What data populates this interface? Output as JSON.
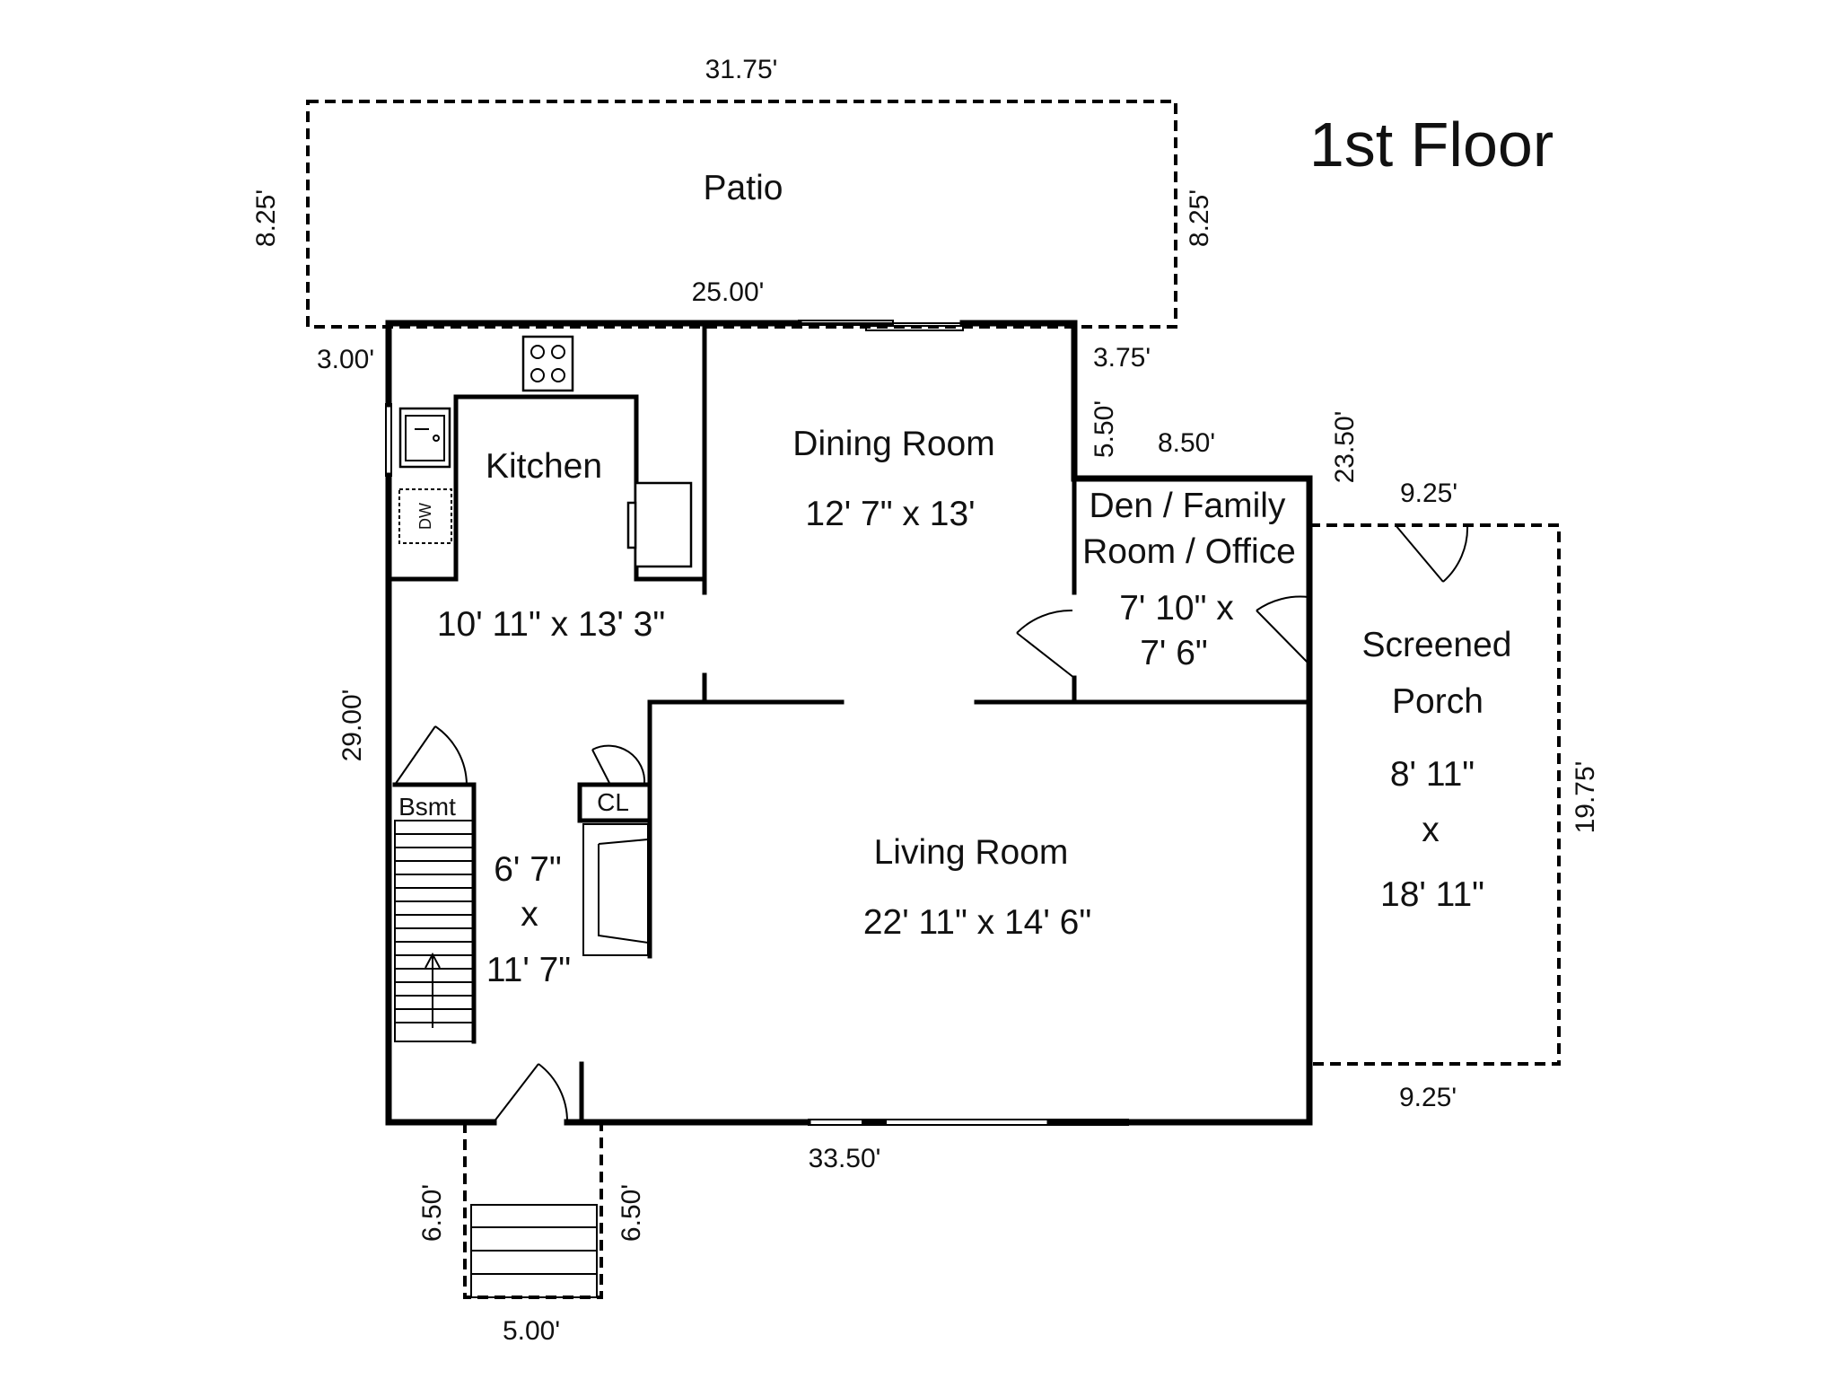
{
  "title": "1st Floor",
  "rooms": {
    "patio": "Patio",
    "kitchen": "Kitchen",
    "kitchen_size": "10' 11\" x 13' 3\"",
    "dining": "Dining Room",
    "dining_size": "12' 7\" x 13'",
    "den_line1": "Den / Family",
    "den_line2": "Room / Office",
    "den_size_line1": "7' 10\" x",
    "den_size_line2": "7' 6\"",
    "porch_line1": "Screened",
    "porch_line2": "Porch",
    "porch_size_line1": "8' 11\"",
    "porch_size_x": "x",
    "porch_size_line2": "18' 11\"",
    "living": "Living Room",
    "living_size": "22' 11\" x 14' 6\"",
    "hall_size_line1": "6' 7\"",
    "hall_size_x": "x",
    "hall_size_line2": "11' 7\"",
    "basement": "Bsmt",
    "closet": "CL",
    "dishwasher": "DW"
  },
  "dimensions": {
    "patio_top": "31.75'",
    "patio_left": "8.25'",
    "patio_right": "8.25'",
    "patio_bottom": "25.00'",
    "corner_left": "3.00'",
    "corner_right": "3.75'",
    "den_step": "5.50'",
    "den_top": "8.50'",
    "right_wall": "23.50'",
    "porch_top": "9.25'",
    "porch_right": "19.75'",
    "porch_bottom": "9.25'",
    "left_wall": "29.00'",
    "bottom_wall": "33.50'",
    "steps_left": "6.50'",
    "steps_right": "6.50'",
    "steps_bottom": "5.00'"
  }
}
